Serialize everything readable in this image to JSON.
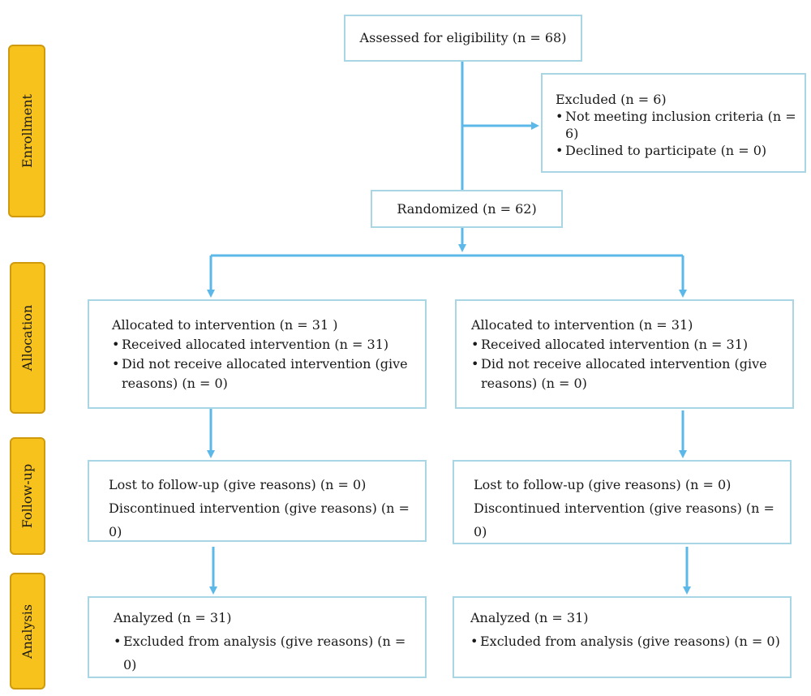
{
  "colors": {
    "connector": "#5bb8e8",
    "box_border": "#a9d6e5",
    "stage_fill": "#f7c21b",
    "stage_border": "#cf9a0c"
  },
  "stages": {
    "enrollment": "Enrollment",
    "allocation": "Allocation",
    "follow_up": "Follow-up",
    "analysis": "Analysis"
  },
  "assessed": "Assessed for eligibility (n = 68)",
  "excluded": {
    "title": "Excluded (n = 6)",
    "items": [
      "Not meeting inclusion criteria (n = 6)",
      "Declined to participate (n = 0)"
    ]
  },
  "randomized": "Randomized (n = 62)",
  "bullet": "•",
  "arms": [
    {
      "allocation": {
        "title": "Allocated to intervention (n = 31 )",
        "items": [
          "Received allocated intervention (n = 31)",
          "Did not receive allocated intervention (give reasons) (n = 0)"
        ]
      },
      "follow_up": [
        "Lost to follow-up (give reasons) (n = 0)",
        "Discontinued intervention (give reasons) (n = 0)"
      ],
      "analysis": {
        "title": "Analyzed (n = 31)",
        "items": [
          "Excluded from analysis (give reasons) (n = 0)"
        ]
      }
    },
    {
      "allocation": {
        "title": "Allocated to intervention (n = 31)",
        "items": [
          "Received allocated intervention (n = 31)",
          "Did not receive allocated intervention (give reasons) (n = 0)"
        ]
      },
      "follow_up": [
        "Lost to follow-up (give reasons) (n = 0)",
        "Discontinued intervention (give reasons) (n = 0)"
      ],
      "analysis": {
        "title": "Analyzed (n = 31)",
        "items": [
          "Excluded from analysis (give reasons) (n = 0)"
        ]
      }
    }
  ]
}
